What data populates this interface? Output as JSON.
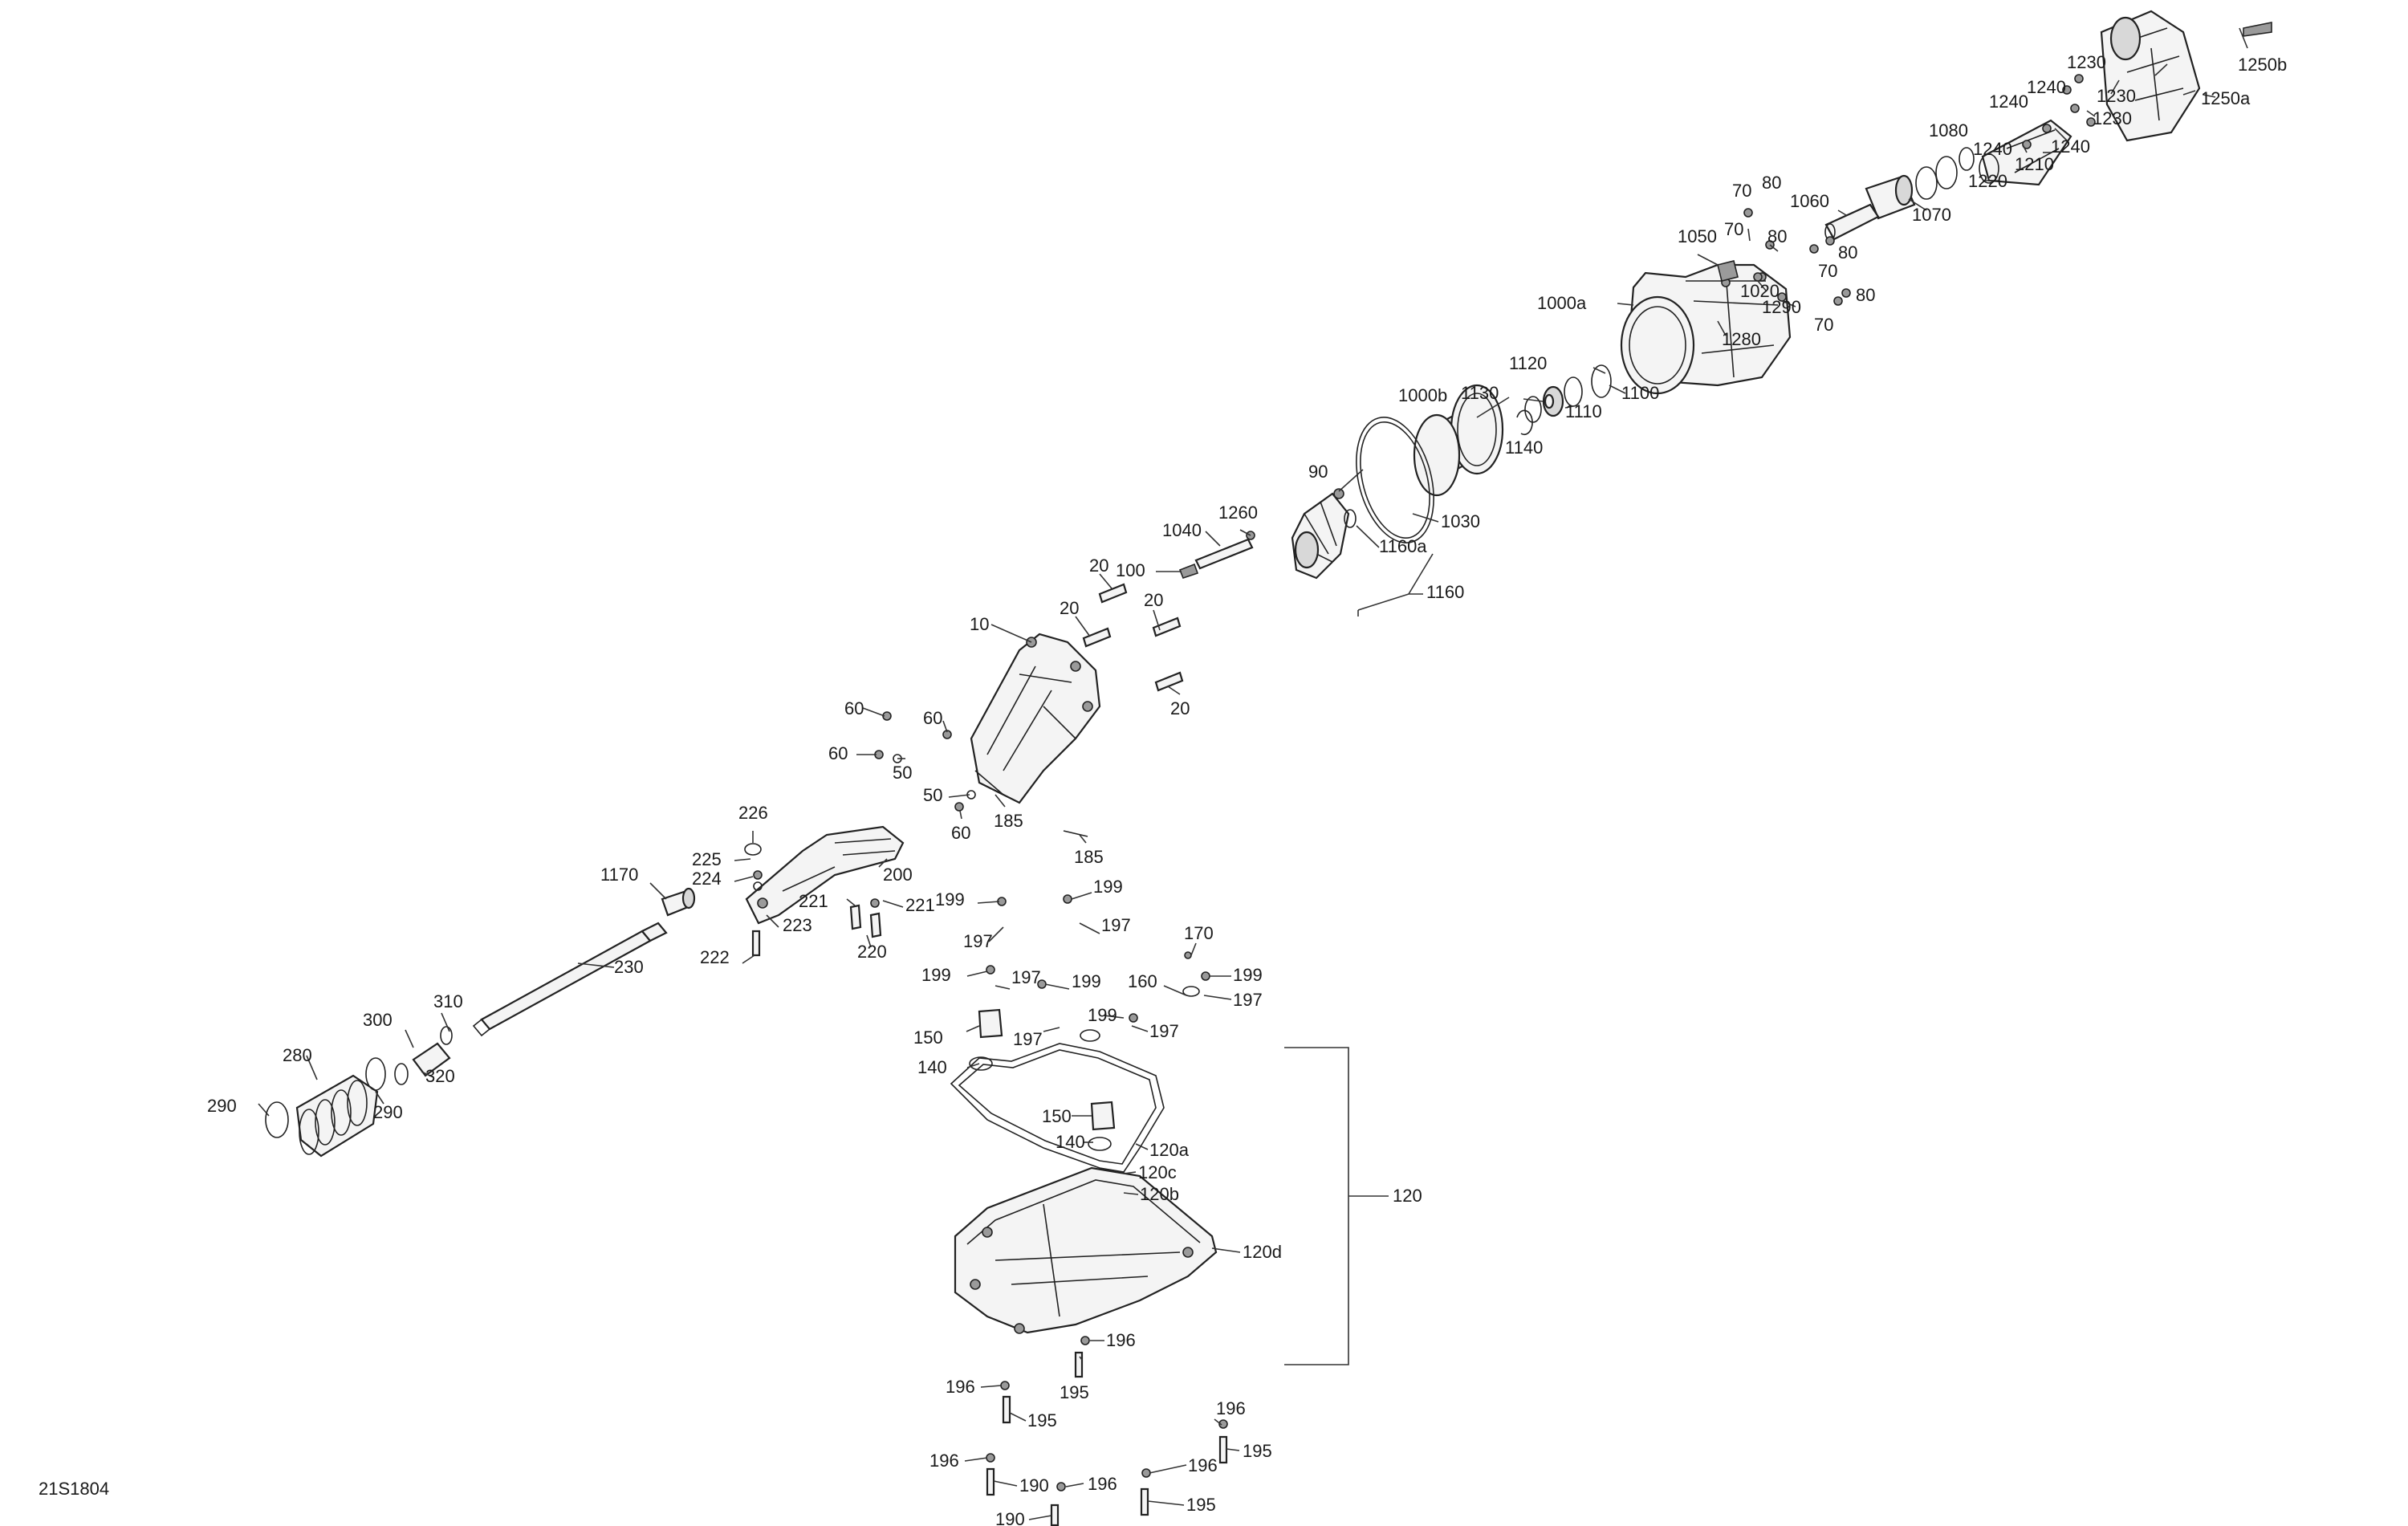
{
  "diagram_id": "21S1804",
  "labels": {
    "l_1250b": "1250b",
    "l_1230a": "1230",
    "l_1240a": "1240",
    "l_1230b": "1230",
    "l_1240b": "1240",
    "l_1230c": "1230",
    "l_1250a": "1250a",
    "l_1080": "1080",
    "l_1240c": "1240",
    "l_1210": "1210",
    "l_1240d": "1240",
    "l_1220": "1220",
    "l_70a": "70",
    "l_80a": "80",
    "l_1060": "1060",
    "l_1070": "1070",
    "l_70b": "70",
    "l_80b": "80",
    "l_80c": "80",
    "l_1050": "1050",
    "l_70c": "70",
    "l_1020": "1020",
    "l_1290": "1290",
    "l_80d": "80",
    "l_70d": "70",
    "l_1000a": "1000a",
    "l_1280": "1280",
    "l_1120": "1120",
    "l_1100": "1100",
    "l_1000b": "1000b",
    "l_1130": "1130",
    "l_1110": "1110",
    "l_1140": "1140",
    "l_90": "90",
    "l_1030": "1030",
    "l_1160a": "1160a",
    "l_1260": "1260",
    "l_1040": "1040",
    "l_1160": "1160",
    "l_20a": "20",
    "l_100": "100",
    "l_20b": "20",
    "l_20c": "20",
    "l_10": "10",
    "l_20d": "20",
    "l_60a": "60",
    "l_60b": "60",
    "l_60c": "60",
    "l_50a": "50",
    "l_50b": "50",
    "l_60d": "60",
    "l_185a": "185",
    "l_185b": "185",
    "l_226": "226",
    "l_225": "225",
    "l_224": "224",
    "l_200": "200",
    "l_1170": "1170",
    "l_221a": "221",
    "l_221b": "221",
    "l_223": "223",
    "l_199a": "199",
    "l_199b": "199",
    "l_197a": "197",
    "l_197b": "197",
    "l_220": "220",
    "l_222": "222",
    "l_230": "230",
    "l_170": "170",
    "l_199c": "199",
    "l_197c": "197",
    "l_199d": "199",
    "l_160": "160",
    "l_199e": "199",
    "l_197d": "197",
    "l_310": "310",
    "l_300": "300",
    "l_150a": "150",
    "l_197e": "197",
    "l_199f": "199",
    "l_197f": "197",
    "l_280": "280",
    "l_320": "320",
    "l_140a": "140",
    "l_290a": "290",
    "l_290b": "290",
    "l_150b": "150",
    "l_140b": "140",
    "l_120a": "120a",
    "l_120c": "120c",
    "l_120b": "120b",
    "l_120": "120",
    "l_120d": "120d",
    "l_196a": "196",
    "l_196b": "196",
    "l_195a": "195",
    "l_196c": "196",
    "l_195b": "195",
    "l_196d": "196",
    "l_190a": "190",
    "l_196e": "196",
    "l_195c": "195",
    "l_190b": "190"
  }
}
